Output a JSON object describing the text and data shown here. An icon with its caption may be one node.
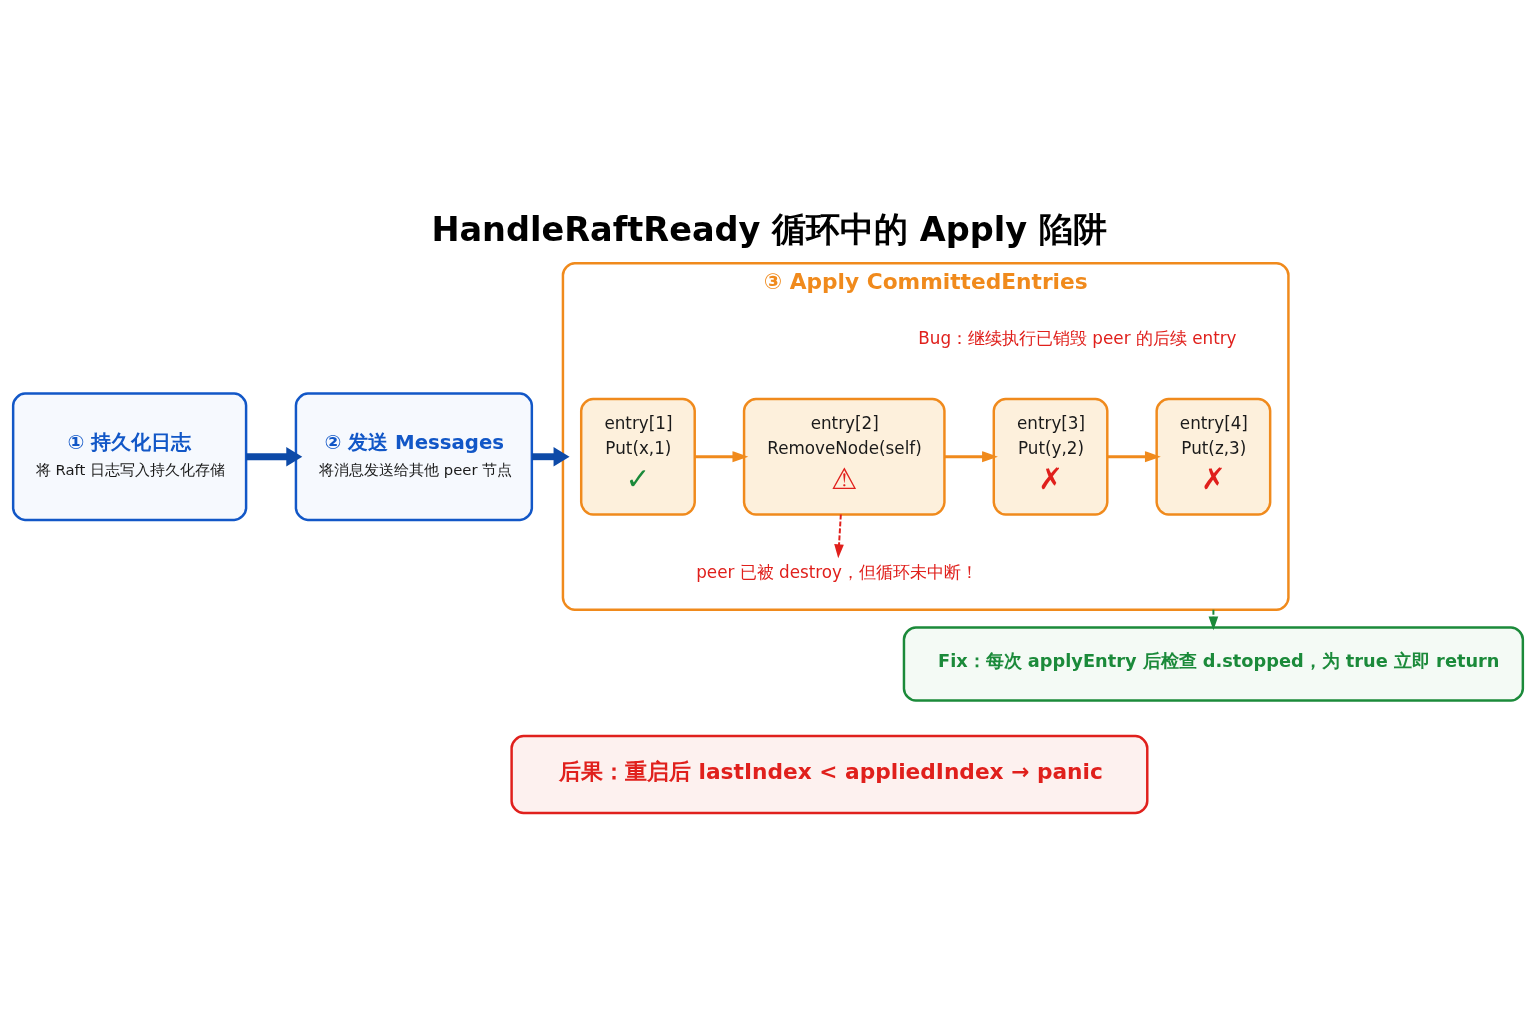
{
  "diagram": {
    "title": "HandleRaftReady 循环中的 Apply 陷阱",
    "nodes": [
      {
        "text": [
          "① 持久化日志",
          "将 Raft 日志写入持久化存储"
        ]
      },
      {
        "text": [
          "② 发送 Messages",
          "将消息发送给其他 peer 节点"
        ]
      },
      {
        "text": [
          "③ Apply CommittedEntries"
        ]
      },
      {
        "text": [
          "entry[1]",
          "Put(x,1)",
          "✓"
        ],
        "in": 2
      },
      {
        "text": [
          "entry[2]",
          "RemoveNode(self)",
          "⚠"
        ],
        "in": 2
      },
      {
        "text": [
          "entry[3]",
          "Put(y,2)",
          "✗"
        ],
        "in": 2
      },
      {
        "text": [
          "entry[4]",
          "Put(z,3)",
          "✗"
        ],
        "in": 2
      },
      {
        "text": [
          "peer 已被 destroy，但循环未中断！"
        ],
        "in": 2
      },
      {
        "text": [
          "Fix：每次 applyEntry 后检查 d.stopped，为 true 立即 return"
        ]
      },
      {
        "text": [
          "后果：重启后 lastIndex < appliedIndex → panic"
        ]
      }
    ],
    "edges": [
      {
        "from": 0,
        "to": 1,
        "arrow": "to",
        "style": "thick",
        "color": "#0d4aa8"
      },
      {
        "from": 1,
        "to": 2,
        "arrow": "to",
        "style": "thick",
        "color": "#0d4aa8"
      },
      {
        "from": 3,
        "to": 4,
        "arrow": "to"
      },
      {
        "from": 4,
        "to": 5,
        "arrow": "to"
      },
      {
        "from": 5,
        "to": 6,
        "arrow": "to"
      },
      {
        "from": 4,
        "to": 7,
        "arrow": "to",
        "style": "dashed",
        "color": "#e0201c"
      },
      {
        "from": 2,
        "to": 8,
        "arrow": "to",
        "style": "dashed",
        "color": "#1b8a3a"
      }
    ],
    "labels": [
      "Bug：继续执行已销毁 peer 的后续 entry"
    ]
  }
}
